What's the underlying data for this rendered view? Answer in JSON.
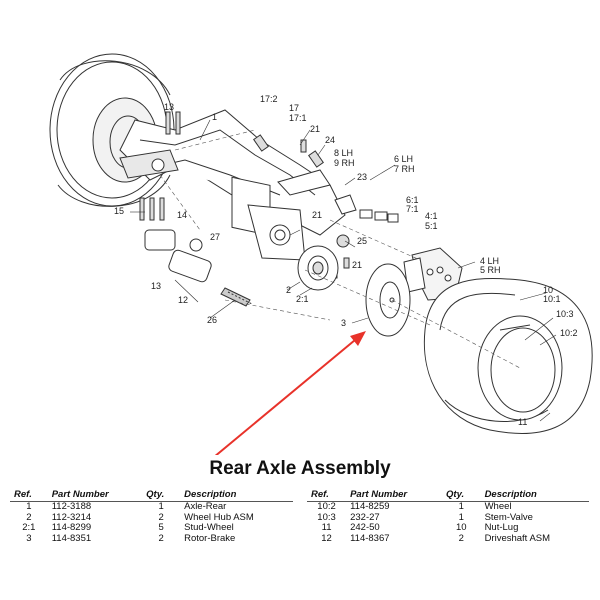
{
  "title": "Rear Axle Assembly",
  "columns": [
    "Ref.",
    "Part Number",
    "Qty.",
    "Description"
  ],
  "parts_left": [
    {
      "ref": "1",
      "part": "112-3188",
      "qty": "1",
      "desc": "Axle-Rear"
    },
    {
      "ref": "2",
      "part": "112-3214",
      "qty": "2",
      "desc": "Wheel Hub ASM"
    },
    {
      "ref": "2:1",
      "part": "114-8299",
      "qty": "5",
      "desc": "Stud-Wheel"
    },
    {
      "ref": "3",
      "part": "114-8351",
      "qty": "2",
      "desc": "Rotor-Brake"
    }
  ],
  "parts_right": [
    {
      "ref": "10:2",
      "part": "114-8259",
      "qty": "1",
      "desc": "Wheel"
    },
    {
      "ref": "10:3",
      "part": "232-27",
      "qty": "1",
      "desc": "Stem-Valve"
    },
    {
      "ref": "11",
      "part": "242-50",
      "qty": "10",
      "desc": "Nut-Lug"
    },
    {
      "ref": "12",
      "part": "114-8367",
      "qty": "2",
      "desc": "Driveshaft ASM"
    }
  ],
  "callouts": [
    "13",
    "17:2",
    "17",
    "17:1",
    "1",
    "21",
    "24",
    "8 LH",
    "9 RH",
    "6 LH",
    "7 RH",
    "23",
    "6:1",
    "7:1",
    "4:1",
    "5:1",
    "4 LH",
    "5 RH",
    "15",
    "14",
    "27",
    "25",
    "21",
    "21",
    "13",
    "12",
    "2",
    "2:1",
    "26",
    "3",
    "10",
    "10:1",
    "10:3",
    "10:2",
    "11"
  ],
  "colors": {
    "arrow": "#e8322a",
    "line": "#333333"
  }
}
